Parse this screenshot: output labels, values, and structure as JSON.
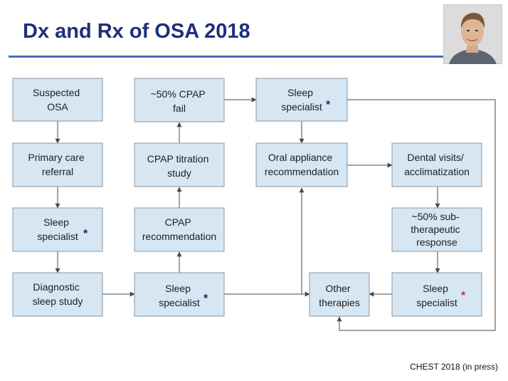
{
  "slide": {
    "title": "Dx and Rx of OSA 2018",
    "citation": "CHEST 2018 (in press)"
  },
  "colors": {
    "title": "#1f2f7a",
    "rule": "#4a6fb5",
    "box_fill": "#d6e6f2",
    "box_stroke": "#8a97a3",
    "star_dark": "#1a2a66",
    "star_red": "#d83030"
  },
  "flowchart": {
    "nodes": {
      "suspected_osa": [
        "Suspected",
        "OSA"
      ],
      "primary_care": [
        "Primary care",
        "referral"
      ],
      "sleep_specialist_1": [
        "Sleep",
        "specialist"
      ],
      "diagnostic_study": [
        "Diagnostic",
        "sleep study"
      ],
      "sleep_specialist_2": [
        "Sleep",
        "specialist"
      ],
      "cpap_recommendation": [
        "CPAP",
        "recommendation"
      ],
      "cpap_titration": [
        "CPAP titration",
        "study"
      ],
      "cpap_fail": [
        "~50% CPAP",
        "fail"
      ],
      "sleep_specialist_3": [
        "Sleep",
        "specialist"
      ],
      "oral_appliance": [
        "Oral appliance",
        "recommendation"
      ],
      "dental_visits": [
        "Dental visits/",
        "acclimatization"
      ],
      "subtherapeutic": [
        "~50% sub-",
        "therapeutic",
        "response"
      ],
      "sleep_specialist_4": [
        "Sleep",
        "specialist"
      ],
      "other_therapies": [
        "Other",
        "therapies"
      ]
    },
    "star_marker": "*"
  }
}
